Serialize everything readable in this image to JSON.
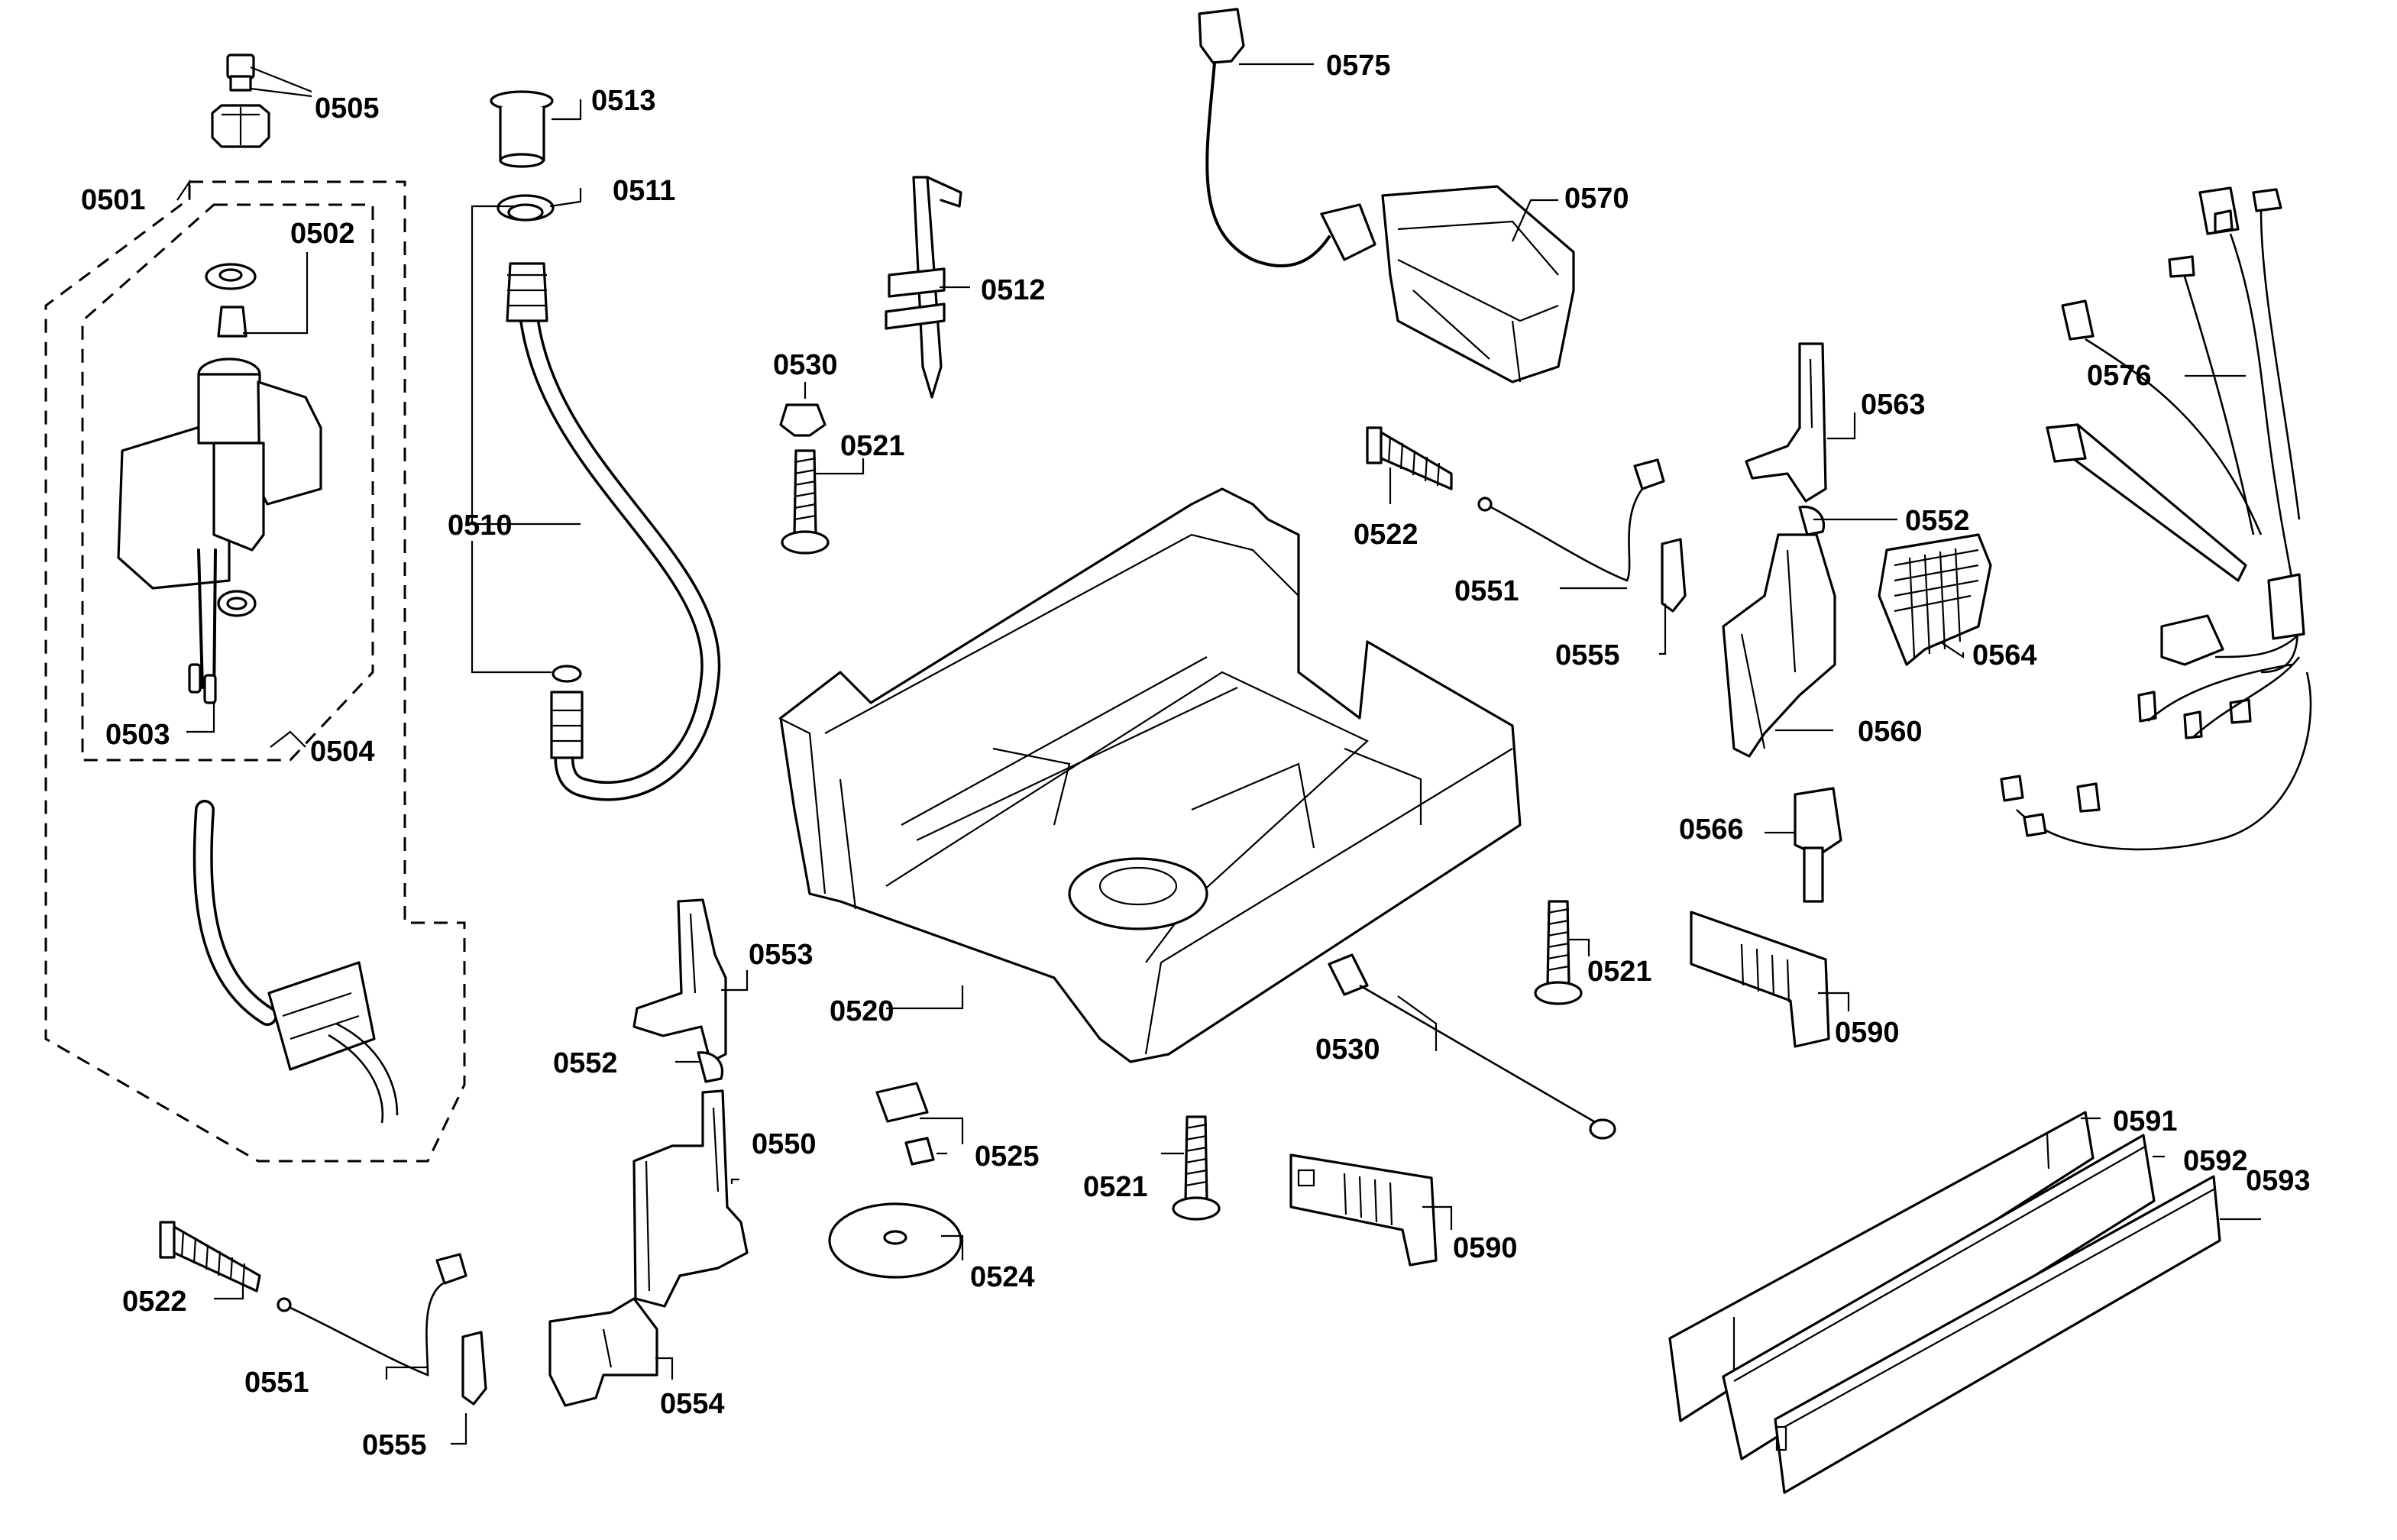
{
  "diagram": {
    "callouts": {
      "c0505": "0505",
      "c0513": "0513",
      "c0511": "0511",
      "c0501": "0501",
      "c0502": "0502",
      "c0510": "0510",
      "c0503": "0503",
      "c0504": "0504",
      "c0575": "0575",
      "c0570": "0570",
      "c0512": "0512",
      "c0530a": "0530",
      "c0521a": "0521",
      "c0576": "0576",
      "c0563": "0563",
      "c0552a": "0552",
      "c0522a": "0522",
      "c0551a": "0551",
      "c0555a": "0555",
      "c0564": "0564",
      "c0560": "0560",
      "c0566": "0566",
      "c0553": "0553",
      "c0521b": "0521",
      "c0520": "0520",
      "c0590a": "0590",
      "c0552b": "0552",
      "c0530b": "0530",
      "c0591": "0591",
      "c0592": "0592",
      "c0525": "0525",
      "c0550": "0550",
      "c0521c": "0521",
      "c0593": "0593",
      "c0524": "0524",
      "c0590b": "0590",
      "c0522b": "0522",
      "c0551b": "0551",
      "c0554": "0554",
      "c0555b": "0555"
    }
  }
}
